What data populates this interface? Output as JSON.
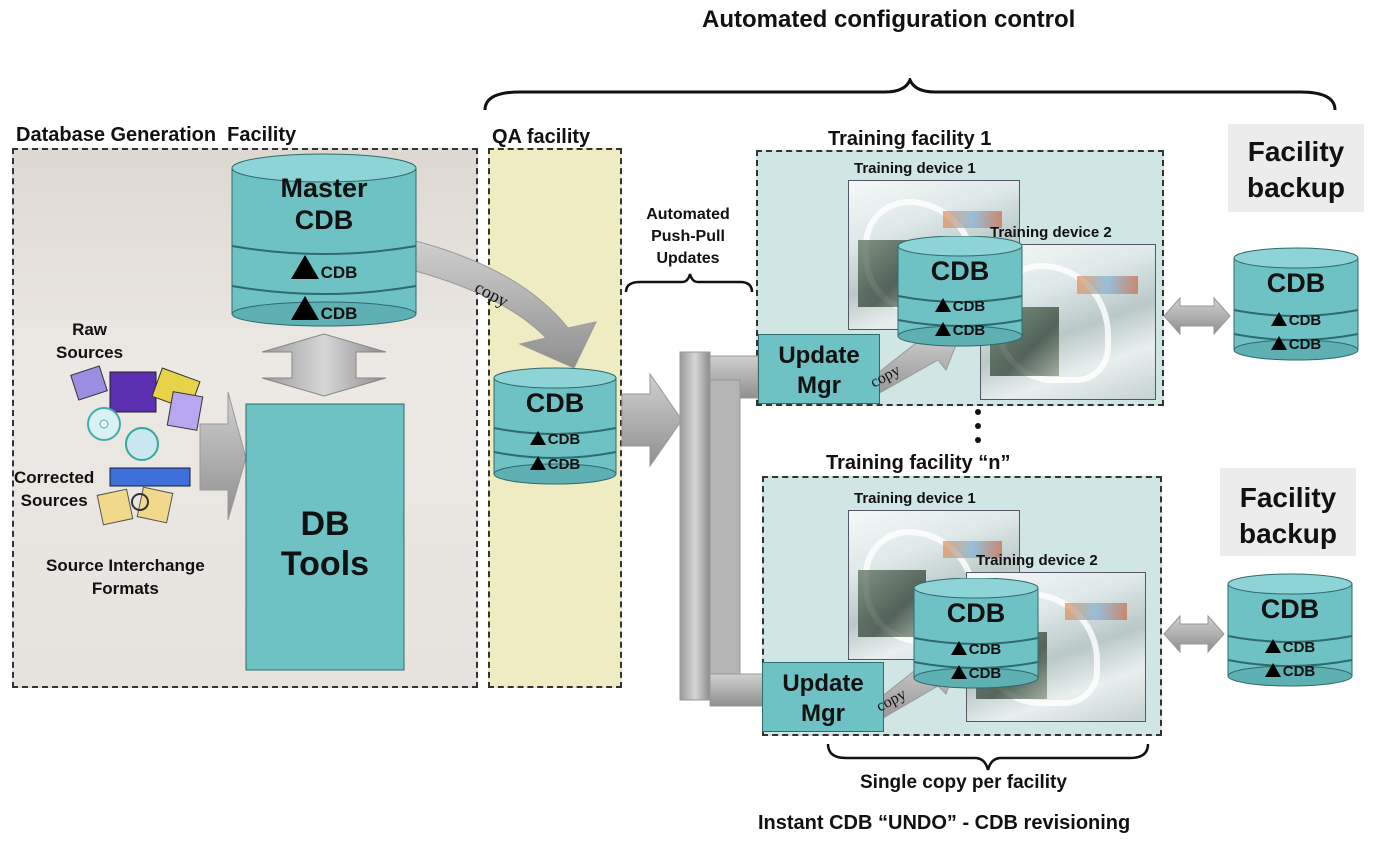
{
  "title": "Automated configuration control",
  "dbgen": {
    "label": "Database Generation  Facility",
    "master": "Master\nCDB",
    "layer1": "CDB",
    "layer2": "CDB",
    "tools": "DB\nTools",
    "raw_sources": "Raw\nSources",
    "corrected_sources": "Corrected\nSources",
    "sif": "Source Interchange\nFormats"
  },
  "copy_label": "copy",
  "qa": {
    "label": "QA facility",
    "cdb": "CDB",
    "layer1": "CDB",
    "layer2": "CDB"
  },
  "pushpull": "Automated\nPush-Pull\nUpdates",
  "tf1": {
    "label": "Training facility 1",
    "device1": "Training device 1",
    "device2": "Training device 2",
    "cdb": "CDB",
    "layer1": "CDB",
    "layer2": "CDB",
    "update": "Update\nMgr",
    "copy": "copy"
  },
  "tfn": {
    "label": "Training facility “n”",
    "device1": "Training device 1",
    "device2": "Training device 2",
    "cdb": "CDB",
    "layer1": "CDB",
    "layer2": "CDB",
    "update": "Update\nMgr",
    "copy": "copy"
  },
  "backup1": {
    "label": "Facility\nbackup",
    "cdb": "CDB",
    "layer1": "CDB",
    "layer2": "CDB"
  },
  "backup2": {
    "label": "Facility\nbackup",
    "cdb": "CDB",
    "layer1": "CDB",
    "layer2": "CDB"
  },
  "single_copy": "Single copy per facility",
  "undo": "Instant CDB “UNDO” - CDB revisioning",
  "colors": {
    "teal": "#6fc2c4",
    "teal_dark": "#2e6b6d",
    "qa_fill": "#efecc4",
    "facility_fill": "#cfe6e4",
    "arrow": "#a9a9a9"
  }
}
